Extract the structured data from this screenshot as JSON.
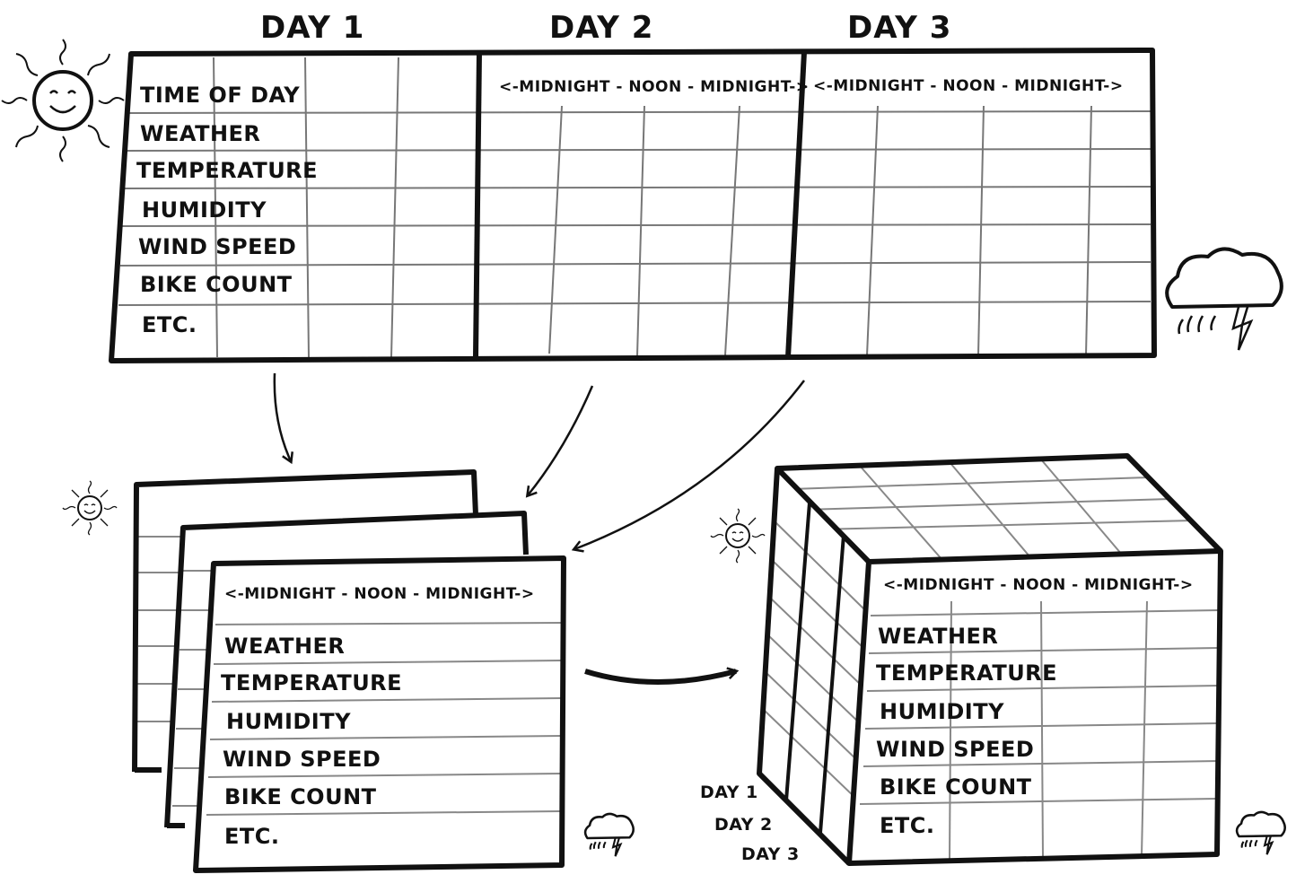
{
  "top_table": {
    "days": [
      "DAY 1",
      "DAY 2",
      "DAY 3"
    ],
    "rows": [
      "TIME OF DAY",
      "WEATHER",
      "TEMPERATURE",
      "HUMIDITY",
      "WIND SPEED",
      "BIKE COUNT",
      "ETC."
    ],
    "time_header": "<-MIDNIGHT - NOON - MIDNIGHT->"
  },
  "stacked_sheets": {
    "time_header": "<-MIDNIGHT - NOON - MIDNIGHT->",
    "rows": [
      "WEATHER",
      "TEMPERATURE",
      "HUMIDITY",
      "WIND SPEED",
      "BIKE COUNT",
      "ETC."
    ]
  },
  "cube": {
    "time_header": "<-MIDNIGHT - NOON - MIDNIGHT->",
    "rows": [
      "WEATHER",
      "TEMPERATURE",
      "HUMIDITY",
      "WIND SPEED",
      "BIKE COUNT",
      "ETC."
    ],
    "depth_labels": [
      "DAY 1",
      "DAY 2",
      "DAY 3"
    ]
  },
  "icons": [
    "sun-icon",
    "storm-cloud-icon"
  ]
}
